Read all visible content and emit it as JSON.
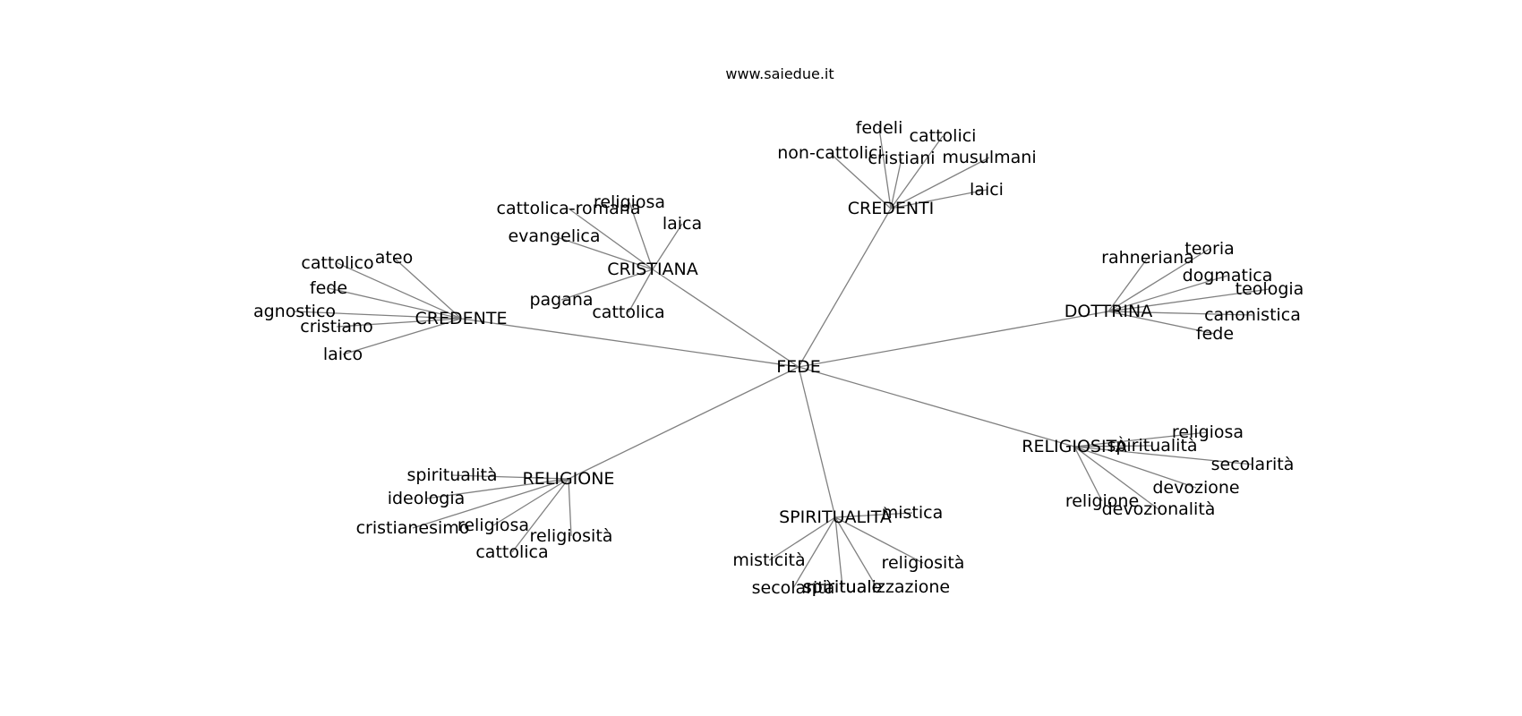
{
  "header": {
    "site": "www.saiedue.it"
  },
  "graph": {
    "center": "FEDE",
    "clusters": [
      {
        "hub": "CREDENTI",
        "leaves": [
          "fedeli",
          "cattolici",
          "non-cattolici",
          "cristiani",
          "musulmani",
          "laici"
        ]
      },
      {
        "hub": "CRISTIANA",
        "leaves": [
          "cattolica-romana",
          "religiosa",
          "laica",
          "evangelica",
          "pagana",
          "cattolica"
        ]
      },
      {
        "hub": "CREDENTE",
        "leaves": [
          "cattolico",
          "ateo",
          "fede",
          "agnostico",
          "cristiano",
          "laico"
        ]
      },
      {
        "hub": "DOTTRINA",
        "leaves": [
          "rahneriana",
          "teoria",
          "dogmatica",
          "teologia",
          "canonistica",
          "fede"
        ]
      },
      {
        "hub": "RELIGIOSITÀ",
        "leaves": [
          "religiosa",
          "spiritualità",
          "secolarità",
          "devozione",
          "religione",
          "devozionalità"
        ]
      },
      {
        "hub": "SPIRITUALITÀ",
        "leaves": [
          "mistica",
          "misticità",
          "religiosità",
          "secolarità",
          "spirituale",
          "spiritualizzazione"
        ]
      },
      {
        "hub": "RELIGIONE",
        "leaves": [
          "spiritualità",
          "ideologia",
          "cristianesimo",
          "religiosa",
          "religiosità",
          "cattolica"
        ]
      }
    ]
  }
}
